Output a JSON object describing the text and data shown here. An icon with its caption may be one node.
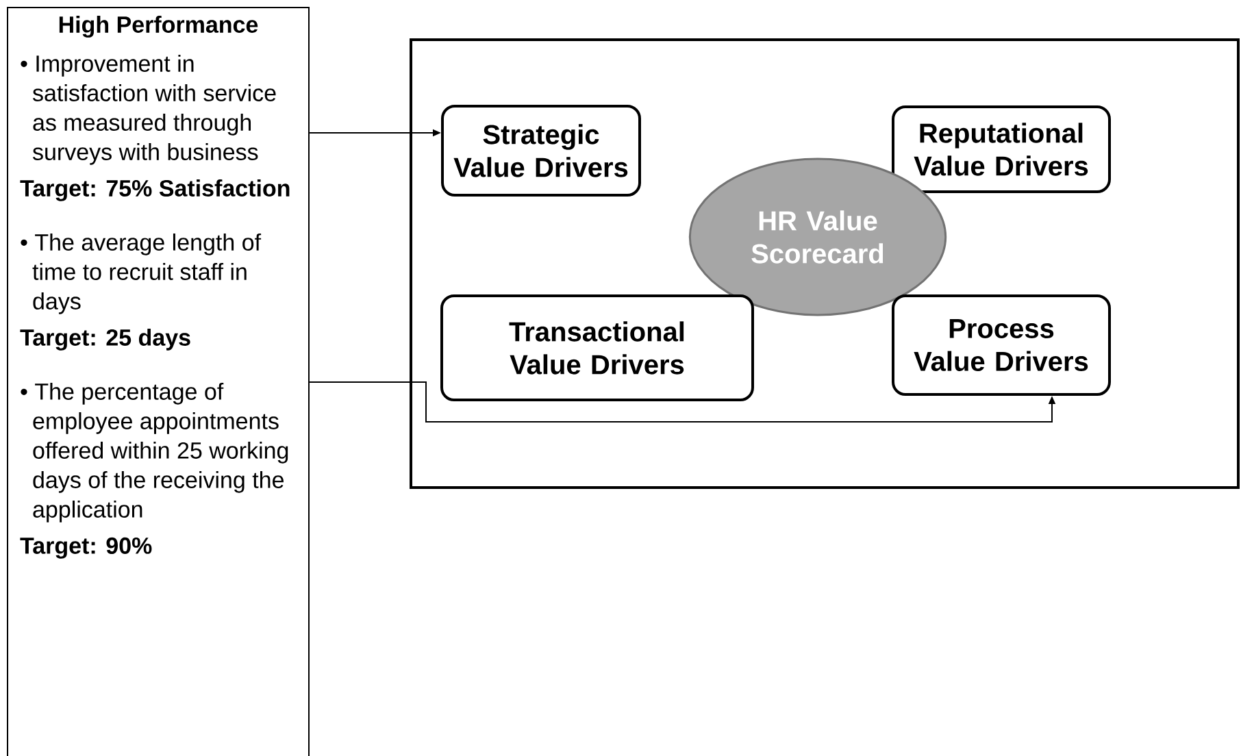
{
  "diagram": {
    "nodes": [
      {
        "text": [
          "High Performance",
          "• Improvement in satisfaction with service as measured through surveys with business",
          "Target: 75% Satisfaction",
          "• The average length of time to recruit staff in days",
          "Target: 25 days",
          "• The percentage of employee appointments offered within 25 working days of the receiving the application",
          "Target: 90%"
        ]
      },
      {
        "text": [],
        "shape": "box"
      },
      {
        "text": [
          "Strategic Value Drivers"
        ],
        "in": 1
      },
      {
        "text": [
          "Reputational Value Drivers"
        ],
        "in": 1
      },
      {
        "text": [
          "HR Value Scorecard"
        ],
        "in": 1
      },
      {
        "text": [
          "Transactional Value Drivers"
        ],
        "in": 1
      },
      {
        "text": [
          "Process Value Drivers"
        ],
        "in": 1
      }
    ],
    "edges": [
      {
        "from": 0,
        "to": 2,
        "arrow": "to"
      },
      {
        "from": 0,
        "to": 6,
        "arrow": "to"
      }
    ]
  }
}
